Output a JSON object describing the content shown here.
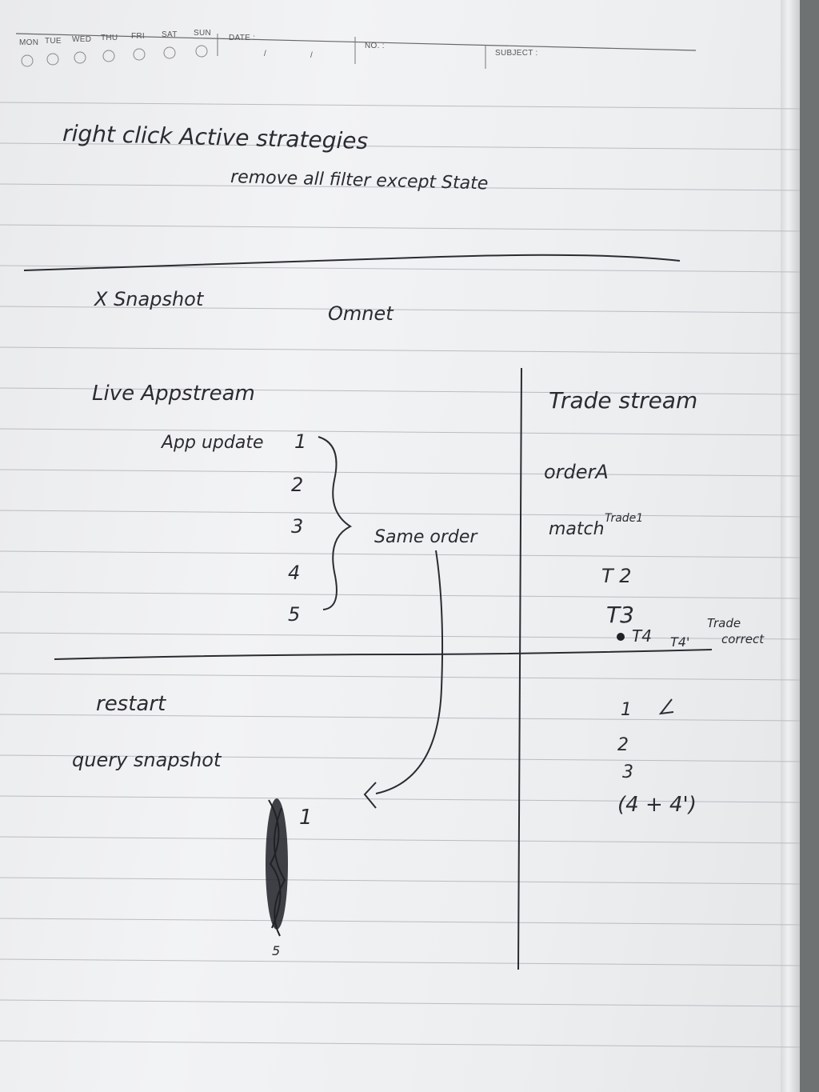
{
  "header": {
    "days": [
      "MON",
      "TUE",
      "WED",
      "THU",
      "FRI",
      "SAT",
      "SUN"
    ],
    "date_label": "DATE :",
    "date_sep1": "/",
    "date_sep2": "/",
    "no_label": "NO. :",
    "subject_label": "SUBJECT :"
  },
  "notes": {
    "line1": "right click Active strategies",
    "line2": "remove all filter except State",
    "snapshot": "X Snapshot",
    "omnet": "Omnet",
    "live_appstream": "Live Appstream",
    "app_update": "App update",
    "app_nums": [
      "1",
      "2",
      "3",
      "4",
      "5"
    ],
    "same_order": "Same order",
    "restart": "restart",
    "query_snapshot": "query snapshot",
    "query_first": "1",
    "query_last": "5"
  },
  "trade": {
    "title": "Trade stream",
    "orderA": "orderA",
    "match": "match",
    "trade1": "Trade1",
    "t2": "T 2",
    "t3": "T3",
    "t4": "T4",
    "t4p": "T4'",
    "trade_correct_1": "Trade",
    "trade_correct_2": "correct",
    "after": [
      "1",
      "2",
      "3",
      "(4 + 4')"
    ]
  }
}
